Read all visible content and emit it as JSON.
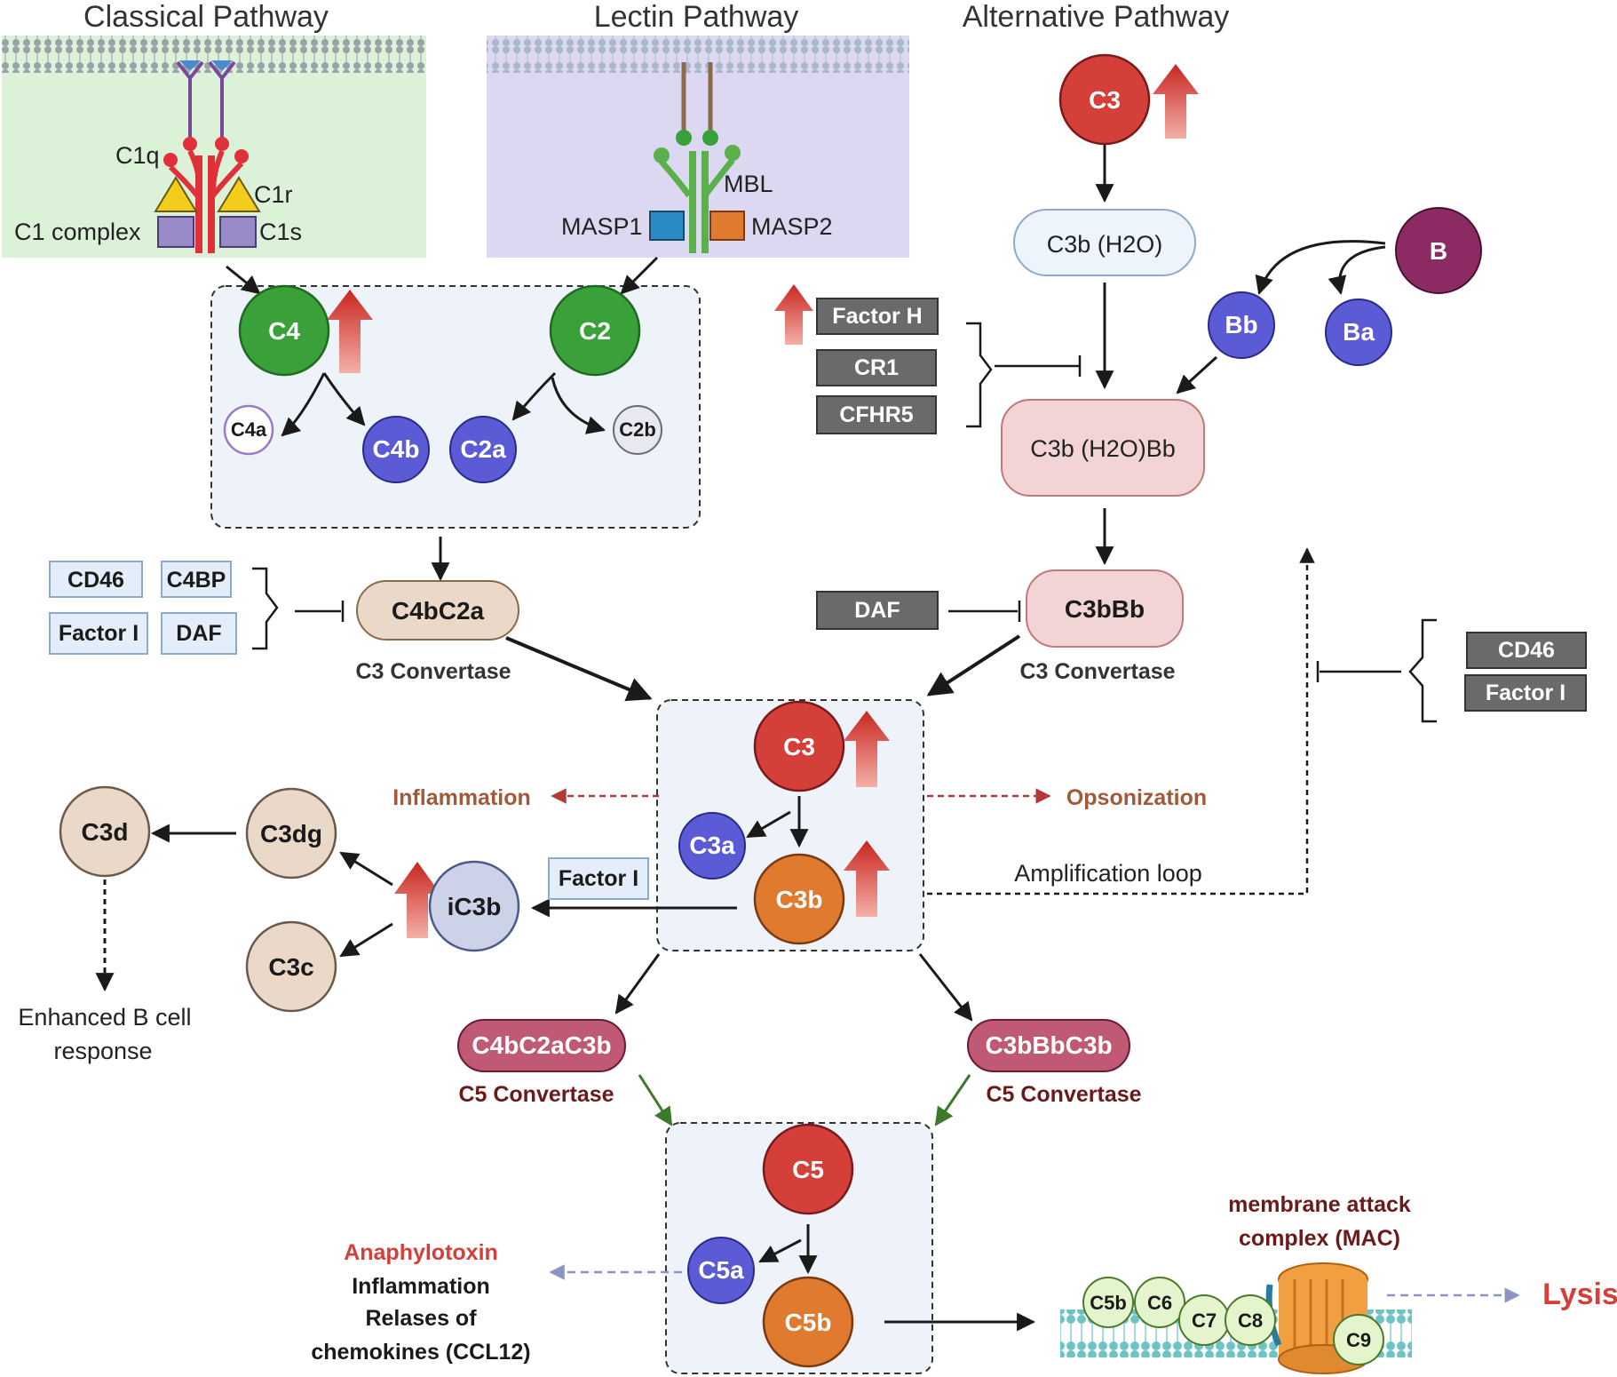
{
  "pathways": {
    "classical": "Classical Pathway",
    "lectin": "Lectin Pathway",
    "alternative": "Alternative  Pathway"
  },
  "classical_labels": {
    "c1q": "C1q",
    "c1r": "C1r",
    "c1s": "C1s",
    "c1complex": "C1 complex"
  },
  "lectin_labels": {
    "mbl": "MBL",
    "masp1": "MASP1",
    "masp2": "MASP2"
  },
  "nodes": {
    "c4": "C4",
    "c2": "C2",
    "c4a": "C4a",
    "c4b": "C4b",
    "c2a": "C2a",
    "c2b": "C2b",
    "c3_alt": "C3",
    "c3b_h2o": "C3b (H2O)",
    "b": "B",
    "bb": "Bb",
    "ba": "Ba",
    "c3b_h2o_bb": "C3b (H2O)Bb",
    "c4bc2a": "C4bC2a",
    "c3bbb": "C3bBb",
    "c3": "C3",
    "c3a": "C3a",
    "c3b": "C3b",
    "ic3b": "iC3b",
    "c3dg": "C3dg",
    "c3d": "C3d",
    "c3c": "C3c",
    "c4bc2ac3b": "C4bC2aC3b",
    "c3bbbc3b": "C3bBbC3b",
    "c5": "C5",
    "c5a": "C5a",
    "c5b": "C5b"
  },
  "convertases": {
    "c3_classical": "C3 Convertase",
    "c3_alt": "C3 Convertase",
    "c5_classical": "C5 Convertase",
    "c5_alt": "C5 Convertase"
  },
  "regulators": {
    "factor_h": "Factor H",
    "cr1": "CR1",
    "cfhr5": "CFHR5",
    "cd46": "CD46",
    "c4bp": "C4BP",
    "factor_i": "Factor I",
    "daf": "DAF",
    "daf_alt": "DAF",
    "cd46_alt": "CD46",
    "factor_i_alt": "Factor I",
    "factor_i_ic3b": "Factor I"
  },
  "outcomes": {
    "inflammation": "Inflammation",
    "opsonization": "Opsonization",
    "amplification": "Amplification loop",
    "bcell_1": "Enhanced B cell",
    "bcell_2": "response",
    "anaphylotoxin": "Anaphylotoxin",
    "inflammation2": "Inflammation",
    "relases": "Relases of",
    "chemokines": "chemokines (CCL12)",
    "mac_1": "membrane attack",
    "mac_2": "complex (MAC)",
    "lysis": "Lysis"
  },
  "mac_parts": {
    "c5b": "C5b",
    "c6": "C6",
    "c7": "C7",
    "c8": "C8",
    "c9": "C9"
  },
  "colors": {
    "red": "#d43f3a",
    "green": "#3aa13a",
    "blue": "#5b5bd6",
    "orange": "#e07a2e",
    "tan": "#ead8c8",
    "pink": "#f3d4d4",
    "darkpink": "#c05a74",
    "gray": "#666666"
  }
}
